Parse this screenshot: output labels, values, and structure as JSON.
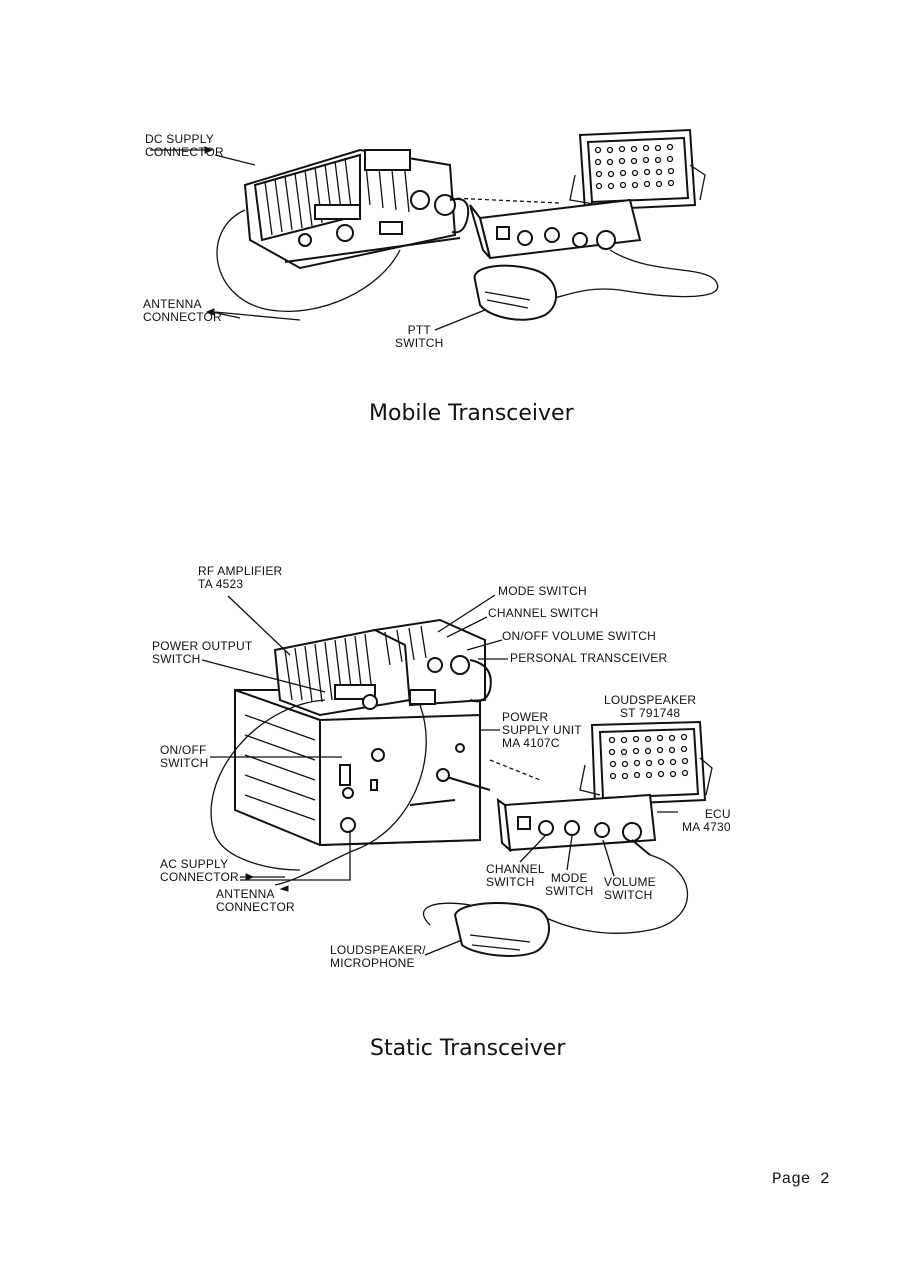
{
  "figures": [
    {
      "caption": "Mobile Transceiver",
      "labels": {
        "dc_supply_connector": "DC SUPPLY\nCONNECTOR",
        "antenna_connector": "ANTENNA\nCONNECTOR",
        "ptt_switch": "PTT\nSWITCH"
      }
    },
    {
      "caption": "Static Transceiver",
      "labels": {
        "rf_amplifier": "RF AMPLIFIER\nTA 4523",
        "power_output_switch": "POWER OUTPUT\nSWITCH",
        "mode_switch_top": "MODE SWITCH",
        "channel_switch_top": "CHANNEL SWITCH",
        "on_off_volume_switch": "ON/OFF VOLUME SWITCH",
        "personal_transceiver": "PERSONAL TRANSCEIVER",
        "loudspeaker": "LOUDSPEAKER\nST 791748",
        "power_supply_unit": "POWER\nSUPPLY UNIT\nMA 4107C",
        "on_off_switch": "ON/OFF\nSWITCH",
        "ecu": "ECU\nMA 4730",
        "ac_supply_connector": "AC SUPPLY\nCONNECTOR",
        "antenna_connector": "ANTENNA\nCONNECTOR",
        "channel_switch_bottom": "CHANNEL\nSWITCH",
        "mode_switch_bottom": "MODE\nSWITCH",
        "volume_switch": "VOLUME\nSWITCH",
        "loudspeaker_microphone": "LOUDSPEAKER/\nMICROPHONE"
      }
    }
  ],
  "page_number": "Page 2"
}
